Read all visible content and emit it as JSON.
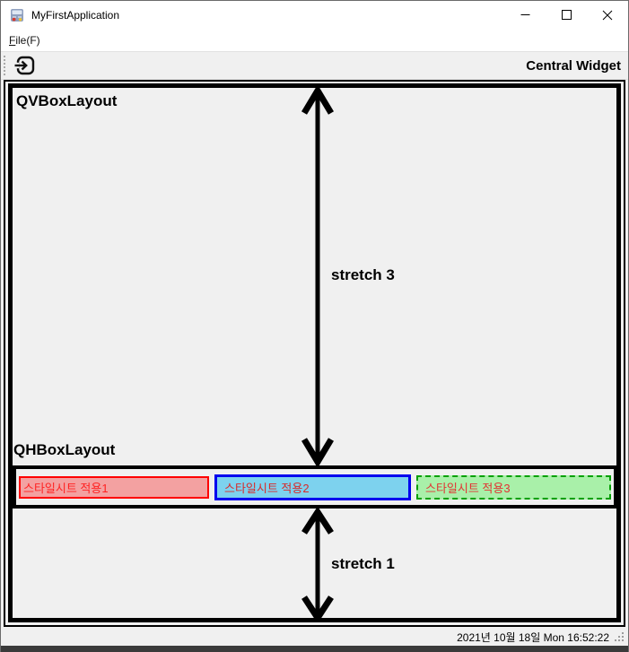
{
  "window": {
    "title": "MyFirstApplication"
  },
  "menu": {
    "file_label": "File(F)"
  },
  "toolbar": {
    "title": "Central Widget",
    "action_icon": "exit-icon"
  },
  "central": {
    "vbox_label": "QVBoxLayout",
    "hbox_label": "QHBoxLayout",
    "stretch_top_label": "stretch 3",
    "stretch_bottom_label": "stretch 1",
    "buttons": [
      {
        "label": "스타일시트 적용1",
        "bg": "#f3a1a1",
        "border_color": "#ff0000",
        "text_color": "#ff2222"
      },
      {
        "label": "스타일시트 적용2",
        "bg": "#7dd2ee",
        "border_color": "#0000ee",
        "text_color": "#d82a2a"
      },
      {
        "label": "스타일시트 적용3",
        "bg": "#a9f0a9",
        "border_color": "#00a000",
        "text_color": "#e23333"
      }
    ],
    "arrow_color": "#000000"
  },
  "statusbar": {
    "datetime": "2021년 10월 18일 Mon 16:52:22"
  }
}
